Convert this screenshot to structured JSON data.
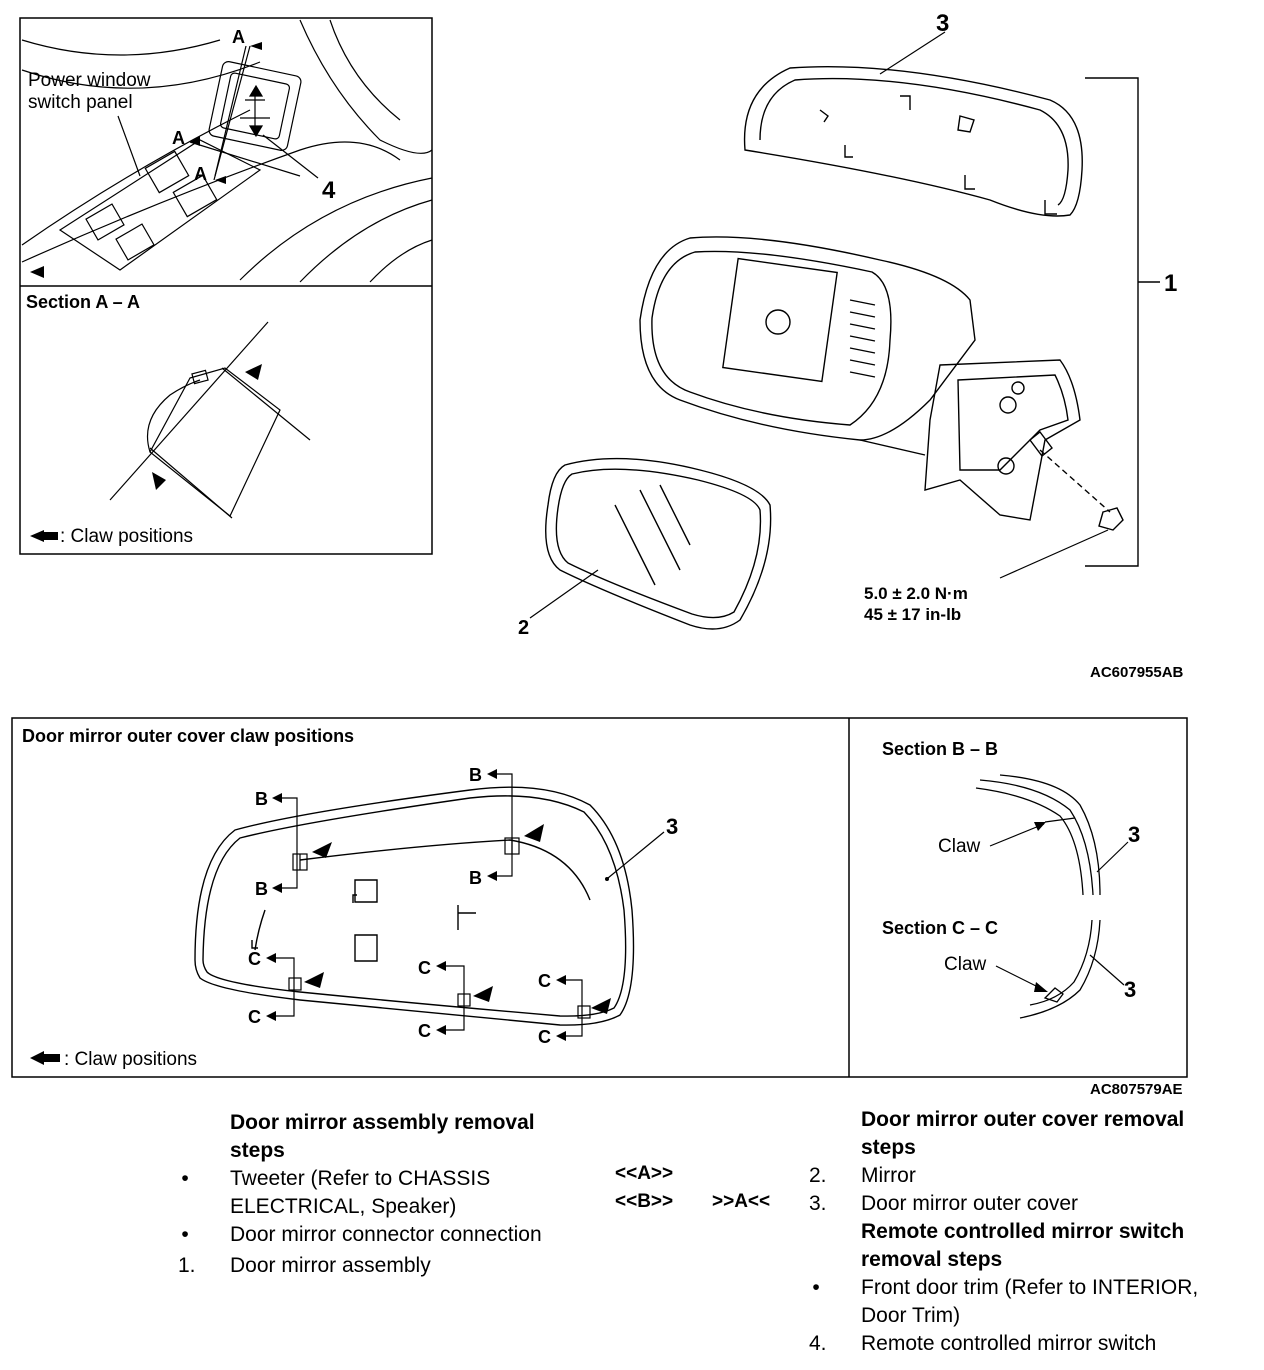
{
  "figure1": {
    "inset_label_power_window": [
      "Power window",
      "switch panel"
    ],
    "section_aa_title": "Section A – A",
    "claw_legend": ": Claw positions",
    "callout_A": "A",
    "part_numbers": {
      "p1": "1",
      "p2": "2",
      "p3": "3",
      "p4": "4"
    },
    "torque_line1": "5.0 ± 2.0 N·m",
    "torque_line2": "45 ± 17 in-lb",
    "figure_code": "AC607955AB"
  },
  "figure2": {
    "title": "Door mirror outer cover claw positions",
    "label_B": "B",
    "label_C": "C",
    "part_3": "3",
    "claw_legend": ": Claw positions",
    "section_bb_title": "Section B – B",
    "section_cc_title": "Section C – C",
    "claw_word": "Claw",
    "figure_code": "AC807579AE"
  },
  "procedure_left": {
    "heading": [
      "Door mirror assembly removal",
      "steps"
    ],
    "bullet": "•",
    "steps": [
      {
        "marker": "•",
        "lines": [
          "Tweeter (Refer to CHASSIS",
          "ELECTRICAL, Speaker)"
        ]
      },
      {
        "marker": "•",
        "lines": [
          "Door mirror connector connection"
        ]
      },
      {
        "marker": "1.",
        "lines": [
          "Door mirror assembly"
        ]
      }
    ]
  },
  "procedure_refs": {
    "ref_a": "<<A>>",
    "ref_b": "<<B>>",
    "ref_b_install": ">>A<<"
  },
  "procedure_right": {
    "heading1": [
      "Door mirror outer cover removal",
      "steps"
    ],
    "step2_num": "2.",
    "step2_text": "Mirror",
    "step3_num": "3.",
    "step3_text": "Door mirror outer cover",
    "heading2": [
      "Remote controlled mirror switch",
      "removal steps"
    ],
    "trim_marker": "•",
    "trim_lines": [
      "Front door trim (Refer to INTERIOR,",
      "Door Trim)"
    ],
    "step4_num": "4.",
    "step4_text": "Remote controlled mirror switch"
  }
}
